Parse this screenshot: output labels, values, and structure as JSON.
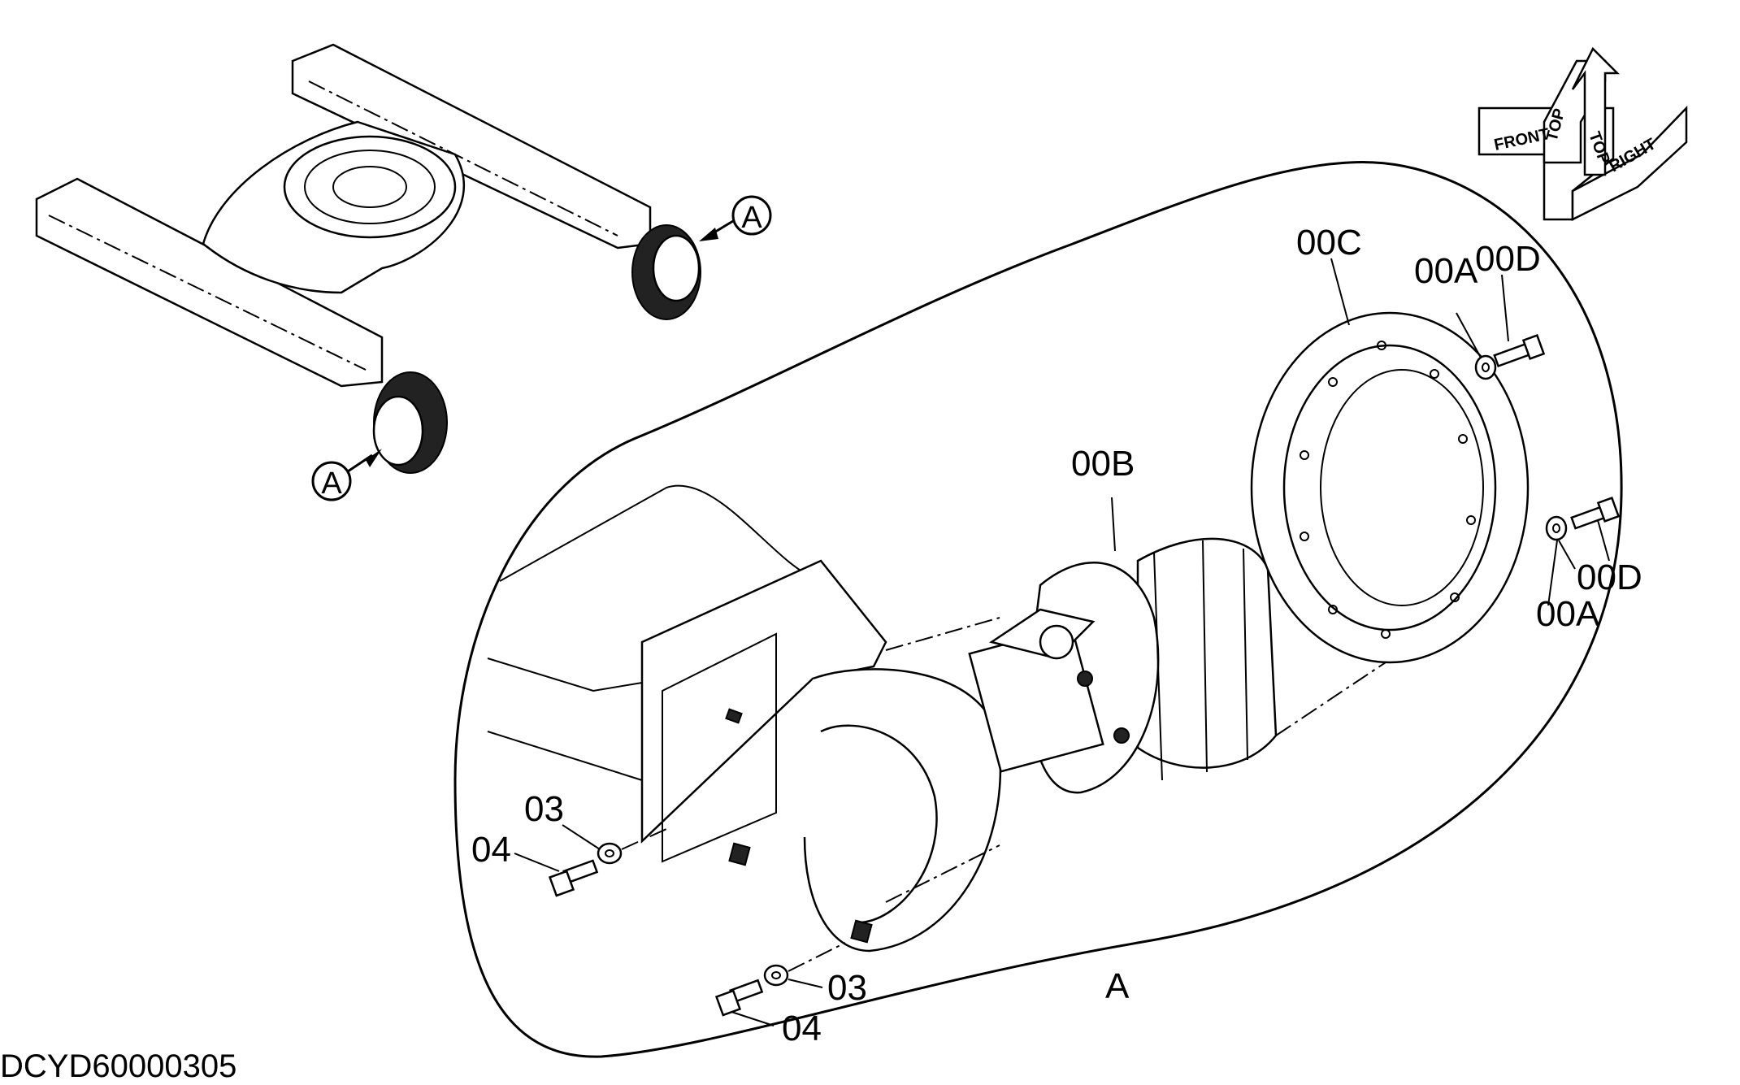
{
  "drawing_id": "DCYD60000305",
  "detail_ref": "A",
  "orientation": {
    "front": "FRONT",
    "top_1": "TOP",
    "top_2": "TOP",
    "right": "RIGHT"
  },
  "callouts": {
    "a1": "A",
    "a2": "A",
    "a3": "A",
    "c00C": "00C",
    "d1": "00D",
    "d2": "00D",
    "a00A_1": "00A",
    "a00A_2": "00A",
    "b00B": "00B",
    "w03_1": "03",
    "w03_2": "03",
    "b04_1": "04",
    "b04_2": "04"
  }
}
